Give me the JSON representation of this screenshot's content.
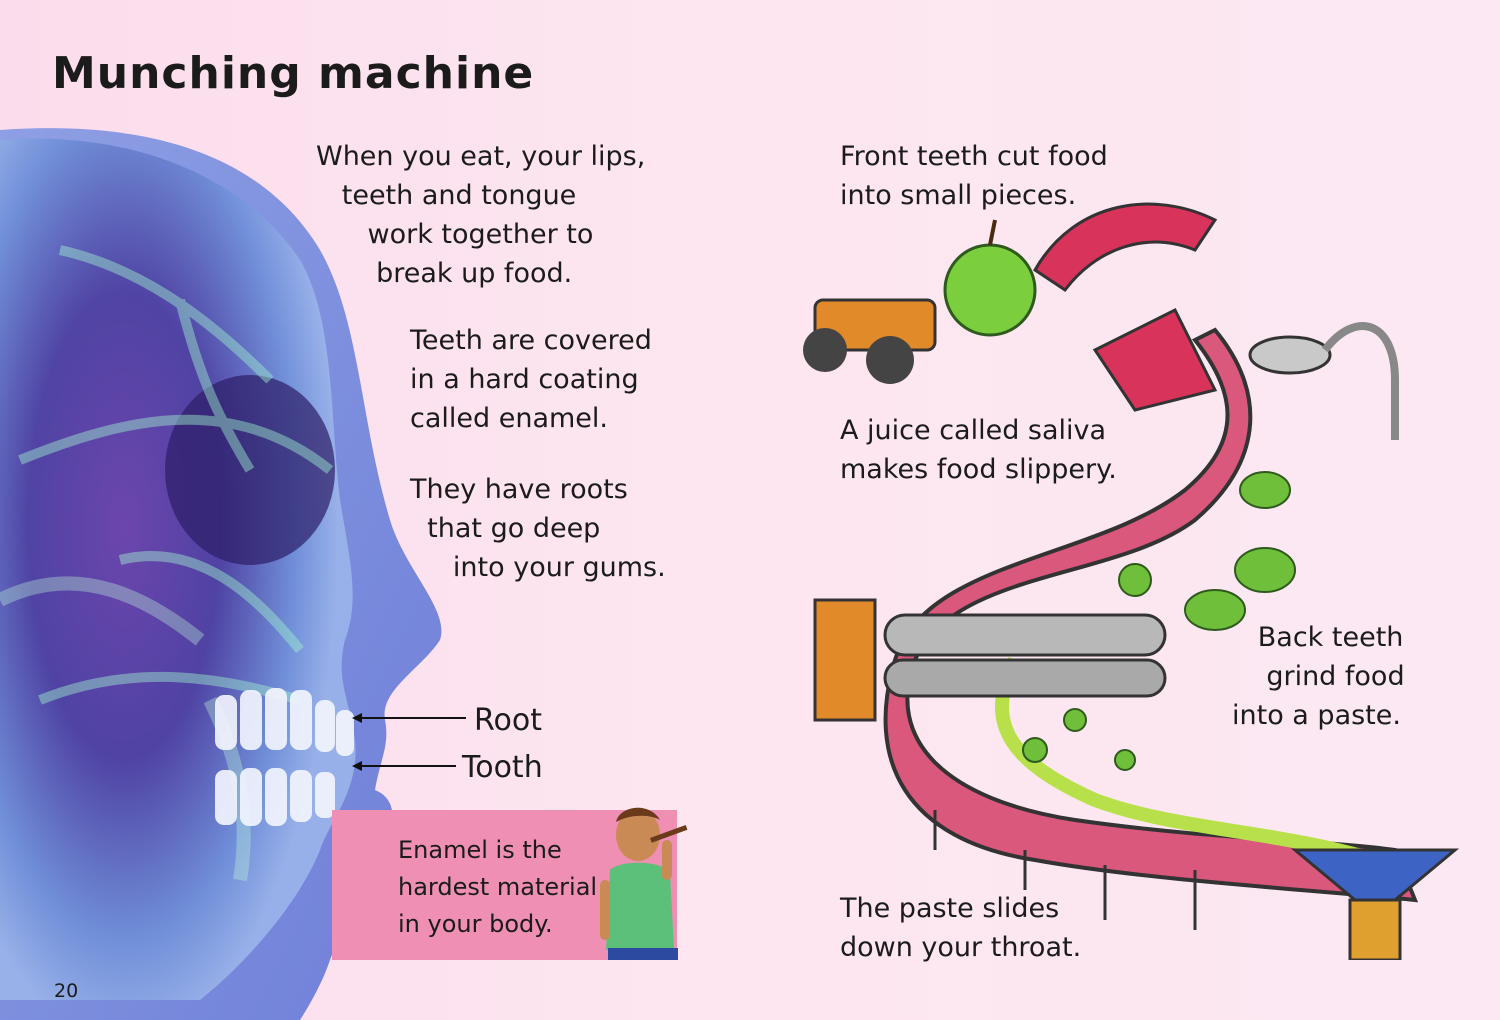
{
  "page": {
    "title": "Munching machine",
    "page_number": "20"
  },
  "left": {
    "intro": "When you eat, your lips,\n   teeth and tongue\n      work together to\n       break up food.",
    "enamel": "Teeth are covered\nin a hard coating\ncalled enamel.",
    "roots": "They have roots\n  that go deep\n     into your gums.",
    "label_root": "Root",
    "label_tooth": "Tooth",
    "fact": "Enamel is the\nhardest material\nin your body."
  },
  "right": {
    "front_teeth": "Front teeth cut food\ninto small pieces.",
    "saliva": "A juice called saliva\nmakes food slippery.",
    "back_teeth": "   Back teeth\n    grind food\ninto a paste.",
    "paste": "The paste slides\ndown your throat."
  }
}
